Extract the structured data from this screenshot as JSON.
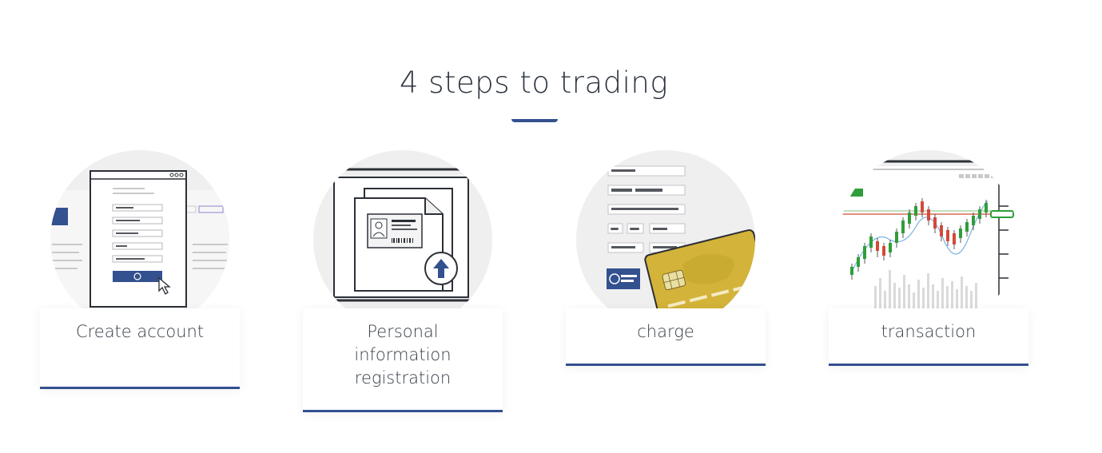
{
  "page": {
    "title": "4 steps to trading"
  },
  "steps": [
    {
      "label": "Create account",
      "icon": "create-account-illustration"
    },
    {
      "label": "Personal information registration",
      "icon": "id-upload-illustration"
    },
    {
      "label": "charge",
      "icon": "credit-card-payment-illustration"
    },
    {
      "label": "transaction",
      "icon": "candlestick-chart-illustration"
    }
  ],
  "colors": {
    "accent": "#33508f",
    "circle": "#efeff0",
    "card_gold": "#d3b339"
  }
}
